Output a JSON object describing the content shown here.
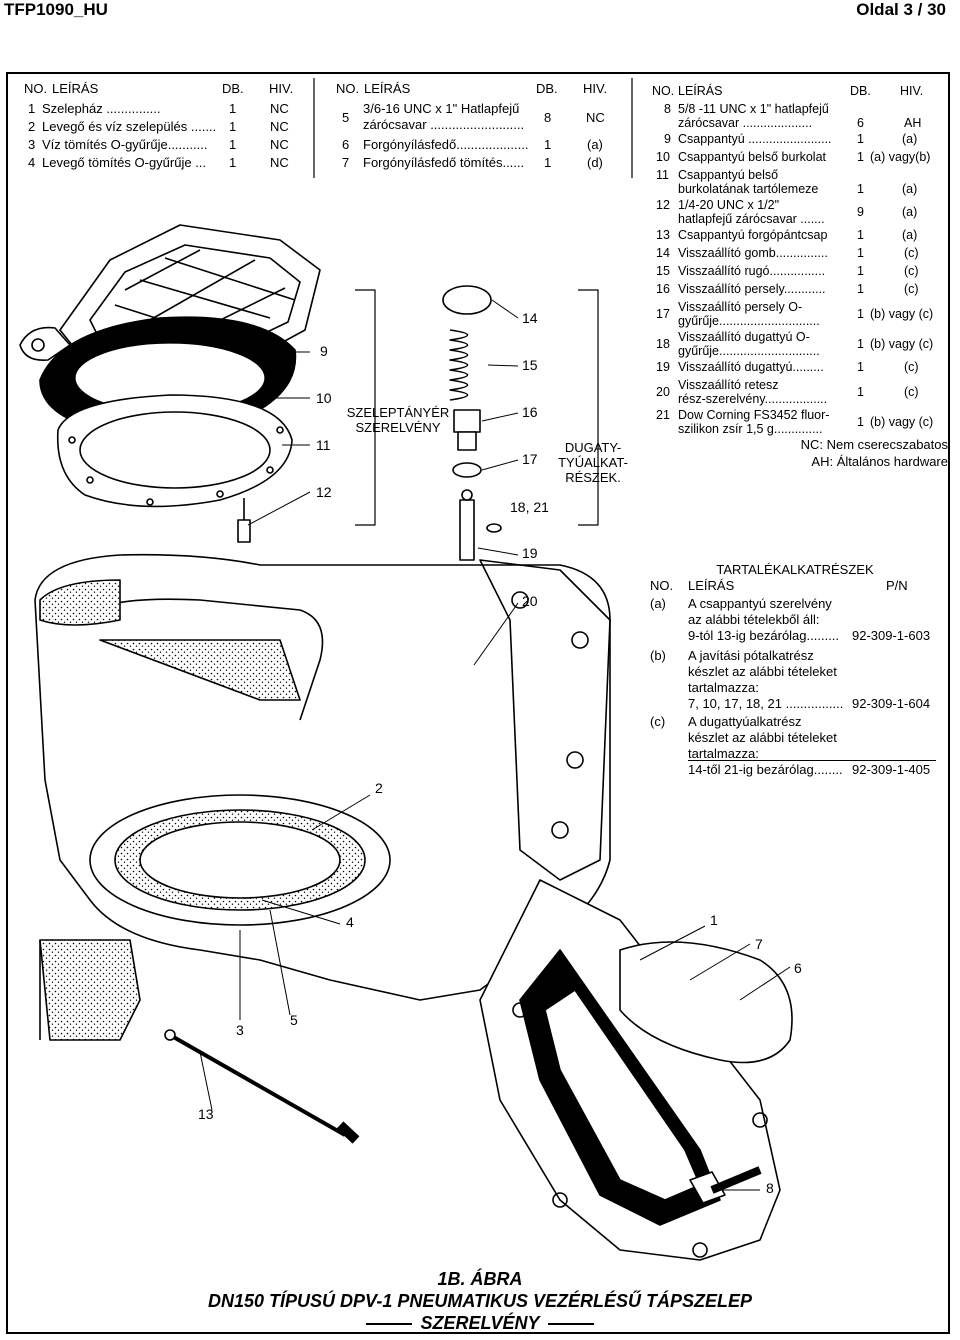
{
  "header": {
    "doc_id": "TFP1090_HU",
    "page": "Oldal 3 / 30"
  },
  "table1": {
    "headers": {
      "no": "NO.",
      "desc": "LEÍRÁS",
      "qty": "DB.",
      "ref": "HIV."
    },
    "rows": [
      {
        "no": "1",
        "desc": "Szelepház ...............",
        "qty": "1",
        "ref": "NC"
      },
      {
        "no": "2",
        "desc": "Levegő és víz szelepülés .......",
        "qty": "1",
        "ref": "NC"
      },
      {
        "no": "3",
        "desc": "Víz tömítés O-gyűrűje...........",
        "qty": "1",
        "ref": "NC"
      },
      {
        "no": "4",
        "desc": "Levegő tömítés O-gyűrűje ...",
        "qty": "1",
        "ref": "NC"
      }
    ]
  },
  "table2": {
    "headers": {
      "no": "NO.",
      "desc": "LEÍRÁS",
      "qty": "DB.",
      "ref": "HIV."
    },
    "rows": [
      {
        "no": "5",
        "desc1": "3/6-16 UNC x 1\" Hatlapfejű",
        "desc2": "zárócsavar ..........................",
        "qty": "8",
        "ref": "NC"
      },
      {
        "no": "6",
        "desc": "Forgónyílásfedő....................",
        "qty": "1",
        "ref": "(a)"
      },
      {
        "no": "7",
        "desc": "Forgónyílásfedő tömítés......",
        "qty": "1",
        "ref": "(d)"
      }
    ]
  },
  "table3": {
    "headers": {
      "no": "NO.",
      "desc": "LEÍRÁS",
      "qty": "DB.",
      "ref": "HIV."
    },
    "rows": [
      {
        "no": "8",
        "desc1": "5/8 -11 UNC x 1\" hatlapfejű",
        "desc2": "zárócsavar ....................",
        "qty": "6",
        "ref": "AH"
      },
      {
        "no": "9",
        "desc": "Csappantyú ........................",
        "qty": "1",
        "ref": "(a)"
      },
      {
        "no": "10",
        "desc": "Csappantyú belső burkolat",
        "qty": "1",
        "ref": "(a) vagy(b)"
      },
      {
        "no": "11",
        "desc1": "Csappantyú belső",
        "desc2": "burkolatának tartólemeze",
        "qty": "1",
        "ref": "(a)"
      },
      {
        "no": "12",
        "desc1": "1/4-20 UNC x 1/2\"",
        "desc2": "hatlapfejű zárócsavar .......",
        "qty": "9",
        "ref": "(a)"
      },
      {
        "no": "13",
        "desc": "Csappantyú forgópántcsap",
        "qty": "1",
        "ref": "(a)"
      },
      {
        "no": "14",
        "desc": "Visszaállító gomb...............",
        "qty": "1",
        "ref": "(c)"
      },
      {
        "no": "15",
        "desc": "Visszaállító rugó................",
        "qty": "1",
        "ref": "(c)"
      },
      {
        "no": "16",
        "desc": "Visszaállító persely............",
        "qty": "1",
        "ref": "(c)"
      },
      {
        "no": "17",
        "desc1": "Visszaállító persely O-",
        "desc2": "gyűrűje.............................",
        "qty": "1",
        "ref": "(b) vagy (c)"
      },
      {
        "no": "18",
        "desc1": "Visszaállító dugattyú O-",
        "desc2": "gyűrűje.............................",
        "qty": "1",
        "ref": "(b) vagy (c)"
      },
      {
        "no": "19",
        "desc": "Visszaállító dugattyú.........",
        "qty": "1",
        "ref": "(c)"
      },
      {
        "no": "20",
        "desc1": "Visszaállító retesz",
        "desc2": "rész-szerelvény..................",
        "qty": "1",
        "ref": "(c)"
      },
      {
        "no": "21",
        "desc1": "Dow Corning FS3452 fluor-",
        "desc2": "szilikon zsír 1,5 g..............",
        "qty": "1",
        "ref": "(b) vagy (c)"
      }
    ]
  },
  "legend": {
    "nc": "NC: Nem cserecszabatos",
    "ah": "AH: Általános hardware"
  },
  "groups": {
    "valve_seat": [
      "SZELEPTÁNYÉR",
      "SZERELVÉNY"
    ],
    "plunger": [
      "DUGATY-",
      "TYÚALKAT-",
      "RÉSZEK."
    ]
  },
  "callouts": {
    "c9": "9",
    "c10": "10",
    "c11": "11",
    "c12": "12",
    "c14": "14",
    "c15": "15",
    "c16": "16",
    "c17": "17",
    "c1821": "18, 21",
    "c19": "19",
    "c20": "20",
    "c2": "2",
    "c4": "4",
    "c1": "1",
    "c7": "7",
    "c6": "6",
    "c3": "3",
    "c5": "5",
    "c13": "13",
    "c8": "8"
  },
  "spare": {
    "title": "TARTALÉKALKATRÉSZEK",
    "headers": {
      "no": "NO.",
      "desc": "LEÍRÁS",
      "pn": "P/N"
    },
    "a": {
      "no": "(a)",
      "l1": "A csappantyú szerelvény",
      "l2": "az alábbi tételekből áll:",
      "l3": "9-tól 13-ig bezárólag.........",
      "pn": "92-309-1-603"
    },
    "b": {
      "no": "(b)",
      "l1": "A javítási pótalkatrész",
      "l2": "készlet az alábbi tételeket",
      "l3": "tartalmazza:",
      "l4": "7, 10, 17, 18, 21 ................",
      "pn": "92-309-1-604"
    },
    "c": {
      "no": "(c)",
      "l1": "A dugattyúalkatrész",
      "l2": "készlet az alábbi tételeket",
      "l3": "tartalmazza:",
      "l4": "14-től 21-ig bezárólag........",
      "pn": "92-309-1-405"
    }
  },
  "caption": {
    "line1": "1B. ÁBRA",
    "line2": "DN150 TÍPUSÚ DPV-1 PNEUMATIKUS VEZÉRLÉSŰ TÁPSZELEP",
    "line3": "SZERELVÉNY"
  }
}
